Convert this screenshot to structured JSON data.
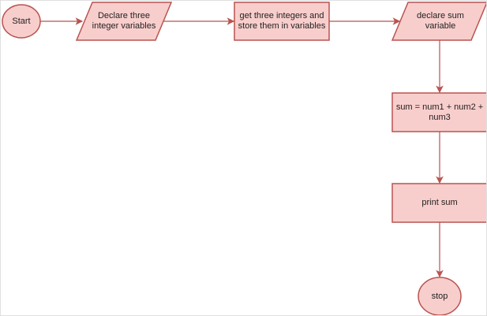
{
  "colors": {
    "fill": "#f8cecc",
    "stroke": "#b85450"
  },
  "nodes": {
    "start": "Start",
    "declare_vars": "Declare three integer variables",
    "get_ints": "get three integers and store them in variables",
    "declare_sum": "declare sum variable",
    "compute": "sum = num1 + num2 + num3",
    "print": "print sum",
    "stop": "stop"
  }
}
